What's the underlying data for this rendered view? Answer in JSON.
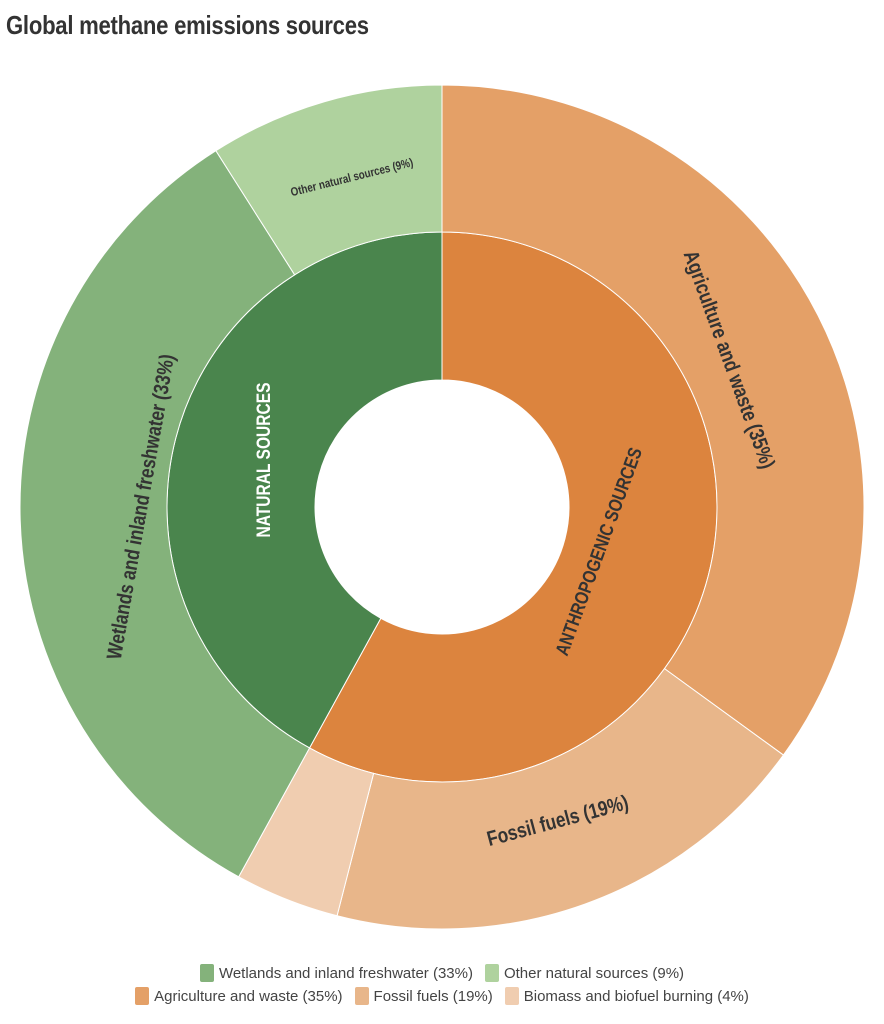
{
  "chart_data": {
    "type": "sunburst",
    "title": "Global methane emissions sources",
    "inner": [
      {
        "name": "ANTHROPOGENIC SOURCES",
        "value": 58,
        "color": "#dc843e"
      },
      {
        "name": "NATURAL SOURCES",
        "value": 42,
        "color": "#4a854d"
      }
    ],
    "outer": [
      {
        "name": "Agriculture and waste",
        "label": "Agriculture and waste (35%)",
        "value": 35,
        "parent": "ANTHROPOGENIC SOURCES",
        "color": "#e4a067"
      },
      {
        "name": "Fossil fuels",
        "label": "Fossil fuels (19%)",
        "value": 19,
        "parent": "ANTHROPOGENIC SOURCES",
        "color": "#e8b68a"
      },
      {
        "name": "Biomass and biofuel burning",
        "label": "",
        "value": 4,
        "parent": "ANTHROPOGENIC SOURCES",
        "color": "#f0cdb0"
      },
      {
        "name": "Wetlands and inland freshwater",
        "label": "Wetlands and inland freshwater (33%)",
        "value": 33,
        "parent": "NATURAL SOURCES",
        "color": "#84b27b"
      },
      {
        "name": "Other natural sources",
        "label": "Other natural sources (9%)",
        "value": 9,
        "parent": "NATURAL SOURCES",
        "color": "#afd29e"
      }
    ],
    "legend": {
      "position": "bottom",
      "rows": [
        [
          {
            "label": "Wetlands and inland freshwater (33%)",
            "color": "#84b27b"
          },
          {
            "label": "Other natural sources (9%)",
            "color": "#afd29e"
          }
        ],
        [
          {
            "label": "Agriculture and waste (35%)",
            "color": "#e4a067"
          },
          {
            "label": "Fossil fuels (19%)",
            "color": "#e8b68a"
          },
          {
            "label": "Biomass and biofuel burning (4%)",
            "color": "#f0cdb0"
          }
        ]
      ]
    }
  }
}
